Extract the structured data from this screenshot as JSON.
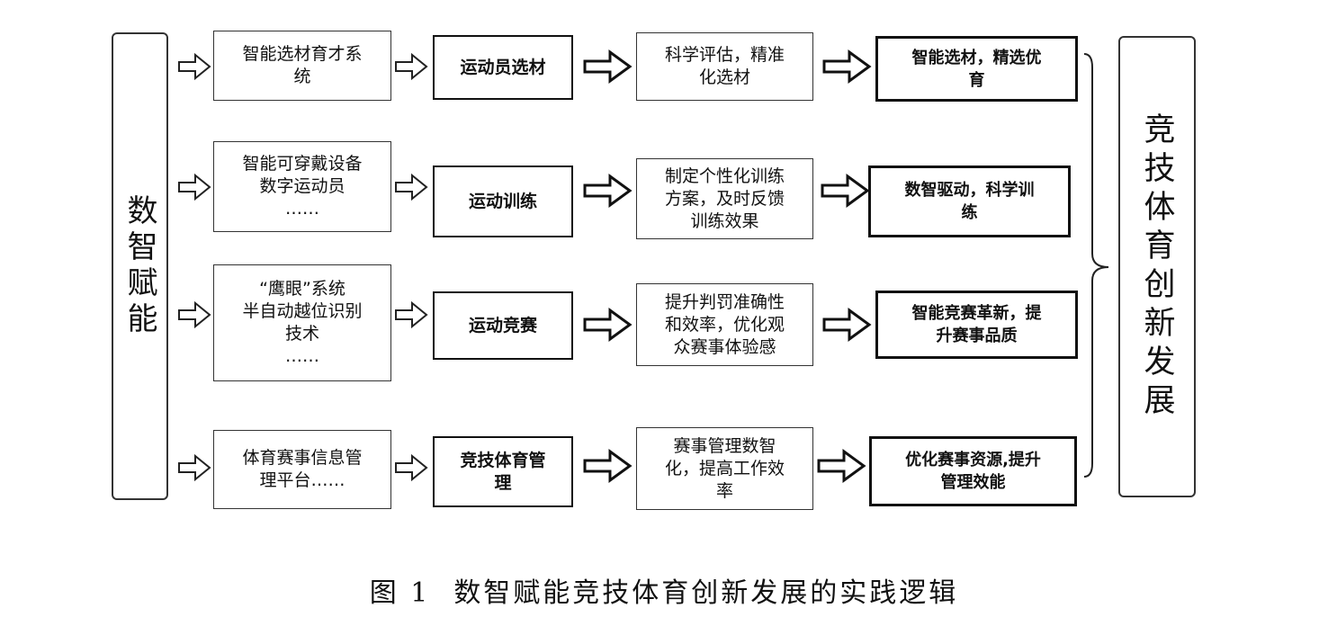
{
  "left_label": "数智赋能",
  "right_label": "竞技体育创新发展",
  "rows": [
    {
      "tech": [
        "智能选材育才系",
        "统"
      ],
      "domain": [
        "运动员选材"
      ],
      "effect": [
        "科学评估，精准",
        "化选材"
      ],
      "outcome": [
        "智能选材，精选优",
        "育"
      ]
    },
    {
      "tech": [
        "智能可穿戴设备",
        "数字运动员",
        "……"
      ],
      "domain": [
        "运动训练"
      ],
      "effect": [
        "制定个性化训练",
        "方案，及时反馈",
        "训练效果"
      ],
      "outcome": [
        "数智驱动，科学训",
        "练"
      ]
    },
    {
      "tech": [
        "“鹰眼”系统",
        "半自动越位识别",
        "技术",
        "……"
      ],
      "domain": [
        "运动竞赛"
      ],
      "effect": [
        "提升判罚准确性",
        "和效率，优化观",
        "众赛事体验感"
      ],
      "outcome": [
        "智能竞赛革新，提",
        "升赛事品质"
      ]
    },
    {
      "tech": [
        "体育赛事信息管",
        "理平台……"
      ],
      "domain": [
        "竞技体育管",
        "理"
      ],
      "effect": [
        "赛事管理数智",
        "化，提高工作效",
        "率"
      ],
      "outcome": [
        "优化赛事资源,提升",
        "管理效能"
      ]
    }
  ],
  "caption": {
    "number": "图 1",
    "title": "数智赋能竞技体育创新发展的实践逻辑"
  }
}
